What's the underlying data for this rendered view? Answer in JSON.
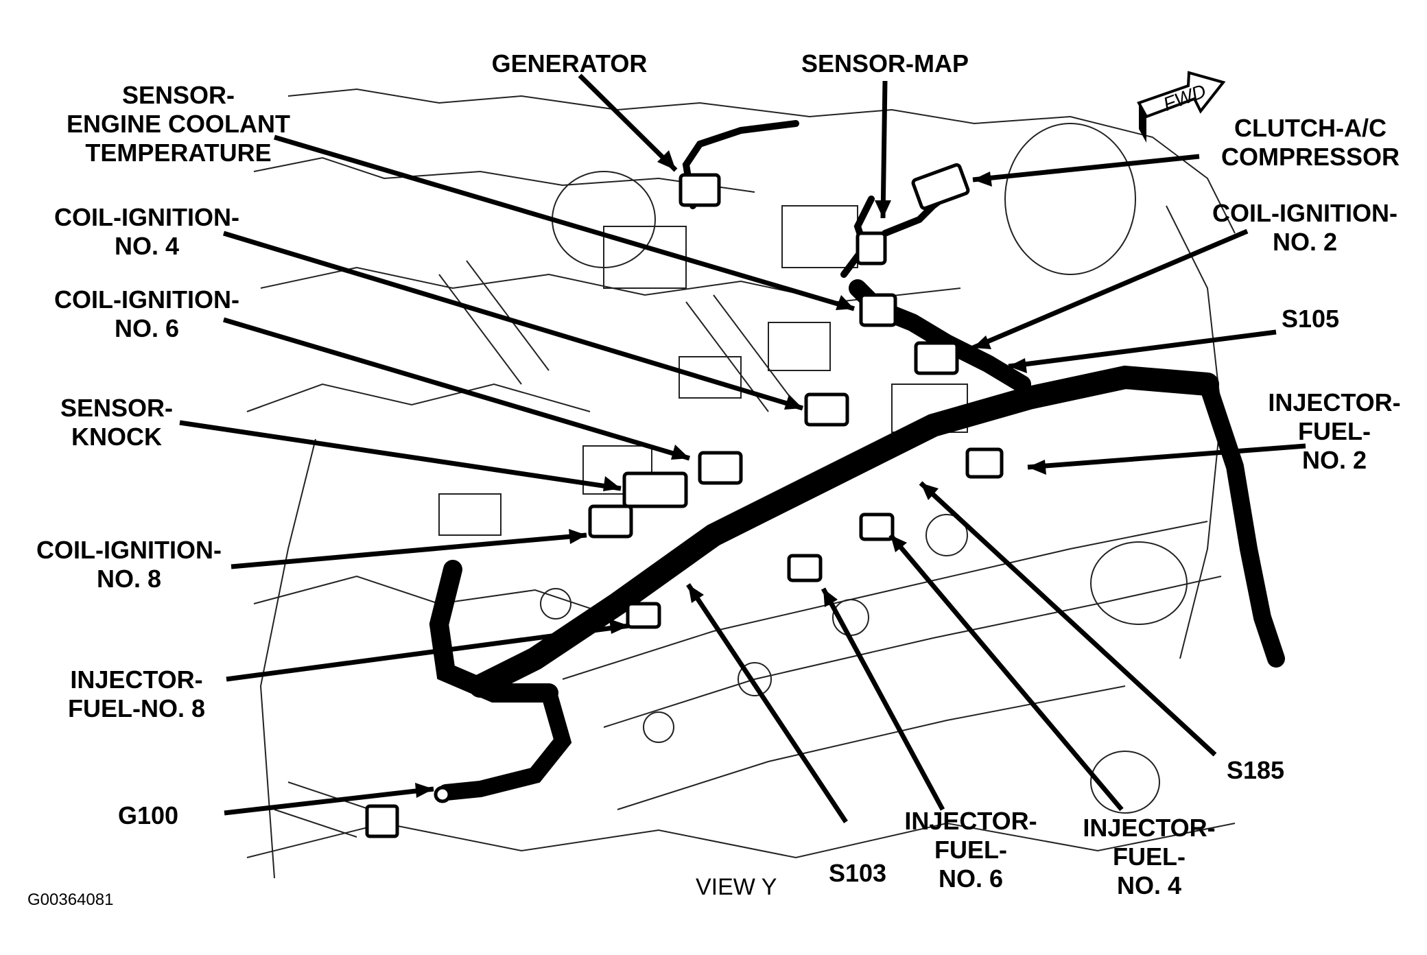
{
  "labels": {
    "generator": [
      "GENERATOR"
    ],
    "sensor_map": [
      "SENSOR-MAP"
    ],
    "sensor_ect": [
      "SENSOR-",
      "ENGINE COOLANT",
      "TEMPERATURE"
    ],
    "clutch_ac": [
      "CLUTCH-A/C",
      "COMPRESSOR"
    ],
    "coil_no4": [
      "COIL-IGNITION-",
      "NO. 4"
    ],
    "coil_no2": [
      "COIL-IGNITION-",
      "NO. 2"
    ],
    "coil_no6": [
      "COIL-IGNITION-",
      "NO. 6"
    ],
    "s105": [
      "S105"
    ],
    "sensor_knock": [
      "SENSOR-",
      "KNOCK"
    ],
    "injector_no2": [
      "INJECTOR-",
      "FUEL-",
      "NO. 2"
    ],
    "coil_no8": [
      "COIL-IGNITION-",
      "NO. 8"
    ],
    "injector_no8": [
      "INJECTOR-",
      "FUEL-NO. 8"
    ],
    "s185": [
      "S185"
    ],
    "g100": [
      "G100"
    ],
    "s103": [
      "S103"
    ],
    "injector_no6": [
      "INJECTOR-",
      "FUEL-",
      "NO. 6"
    ],
    "injector_no4": [
      "INJECTOR-",
      "FUEL-",
      "NO. 4"
    ]
  },
  "fwd_label": "FWD",
  "view_label": "VIEW Y",
  "figure_code": "G00364081"
}
